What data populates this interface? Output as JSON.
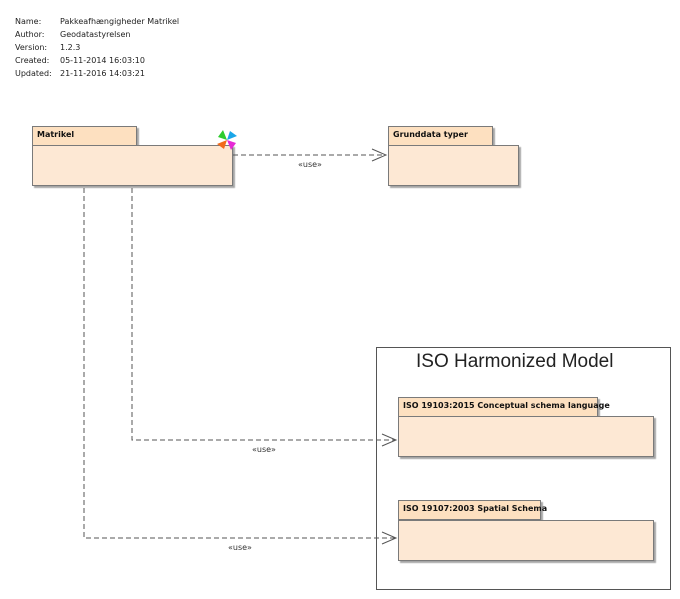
{
  "metadata": {
    "rows": [
      {
        "key": "Name:",
        "value": "Pakkeafhængigheder Matrikel"
      },
      {
        "key": "Author:",
        "value": "Geodatastyrelsen"
      },
      {
        "key": "Version:",
        "value": "1.2.3"
      },
      {
        "key": "Created:",
        "value": "05-11-2014 16:03:10"
      },
      {
        "key": "Updated:",
        "value": "21-11-2016 14:03:21"
      }
    ]
  },
  "packages": {
    "matrikel": "Matrikel",
    "grunddata": "Grunddata typer",
    "iso19103": "ISO 19103:2015 Conceptual schema language",
    "iso19107": "ISO 19107:2003 Spatial Schema"
  },
  "frame": {
    "title": "ISO Harmonized Model"
  },
  "dependencies": {
    "to_grunddata": "«use»",
    "to_iso19103": "«use»",
    "to_iso19107": "«use»"
  },
  "colors": {
    "package_tab": "#fde0c0",
    "package_body": "#fde8d4",
    "line": "#555555"
  },
  "icons": {
    "matrikel_badge": "pinwheel-icon"
  }
}
